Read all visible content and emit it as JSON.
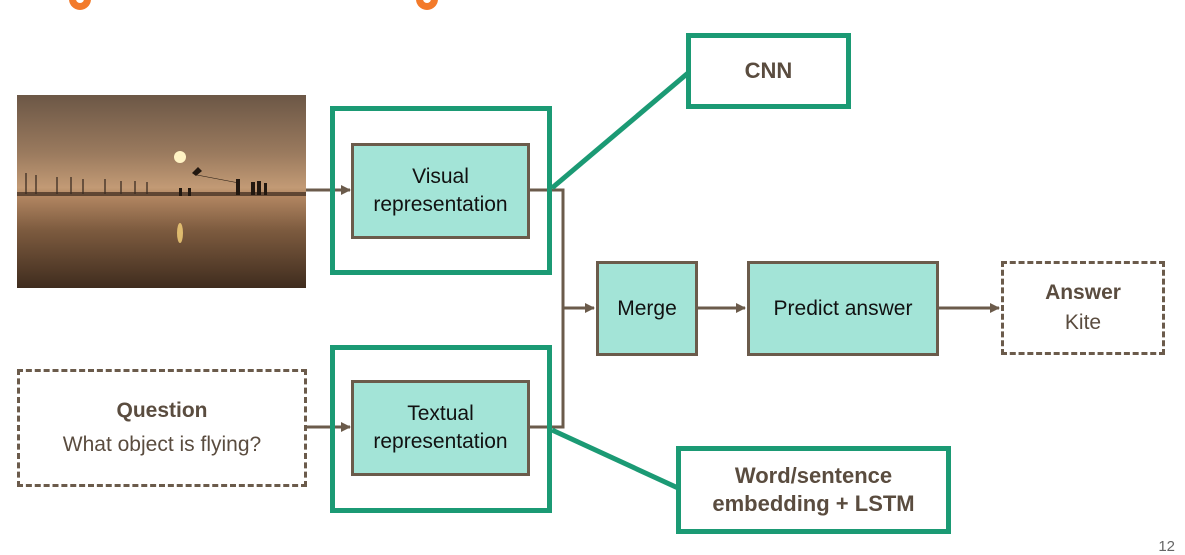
{
  "nodes": {
    "visual": "Visual representation",
    "textual": "Textual representation",
    "merge": "Merge",
    "predict": "Predict answer",
    "cnn": "CNN",
    "embedding": "Word/sentence embedding + LSTM",
    "question_title": "Question",
    "question_text": "What object is flying?",
    "answer_title": "Answer",
    "answer_text": "Kite"
  },
  "page_number": "12",
  "colors": {
    "accent": "#1b9a74",
    "box_fill": "#a3e4d7",
    "connector": "#6b5b4b",
    "title": "#f37a2a"
  }
}
